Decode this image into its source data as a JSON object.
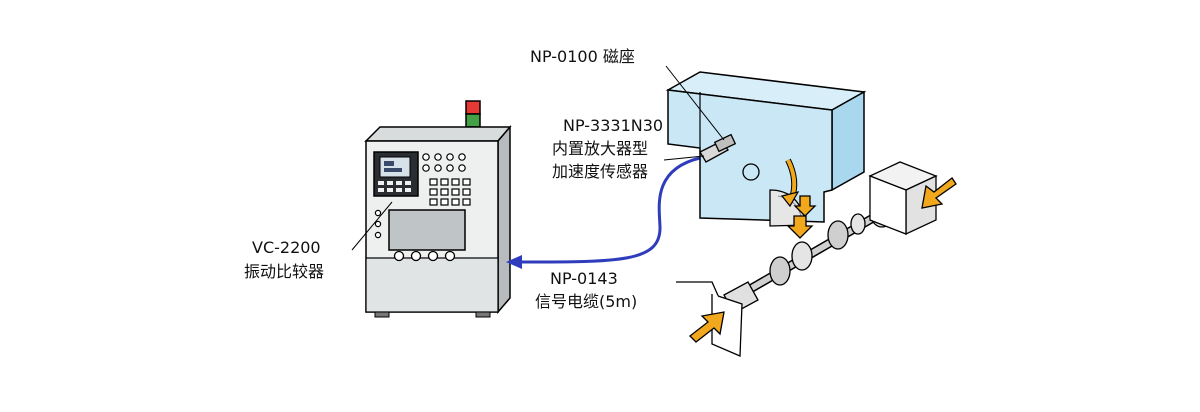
{
  "labels": {
    "magnetic_base": "NP-0100 磁座",
    "sensor_model": "NP-3331N30",
    "sensor_desc_1": "内置放大器型",
    "sensor_desc_2": "加速度传感器",
    "comparator_model": "VC-2200",
    "comparator_desc": "振动比较器",
    "cable_model": "NP-0143",
    "cable_desc": "信号电缆(5m)"
  },
  "colors": {
    "machine_blue": "#c9e7f5",
    "cable_blue": "#2f3dbd",
    "arrow_orange": "#f2a81d",
    "cabinet_gray": "#eef0f0",
    "lamp_red": "#e53935",
    "lamp_green": "#43a047"
  }
}
